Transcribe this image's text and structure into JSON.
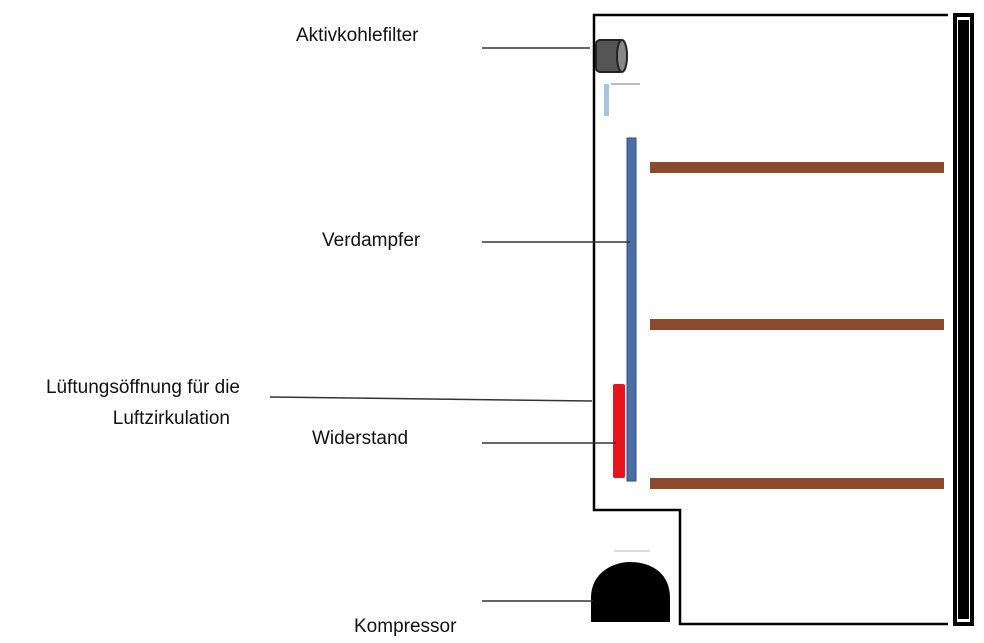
{
  "labels": {
    "activated_carbon_filter": "Aktivkohlefilter",
    "evaporator": "Verdampfer",
    "vent_line1": "Lüftungsöffnung für die",
    "vent_line2": "Luftzirkulation",
    "resistor": "Widerstand",
    "compressor": "Kompressor"
  },
  "colors": {
    "outline": "#000000",
    "evaporator": "#4a6fa5",
    "resistor": "#e8141c",
    "shelf": "#8b4a2b",
    "filter": "#555555",
    "vent": "#a9c4e0"
  }
}
